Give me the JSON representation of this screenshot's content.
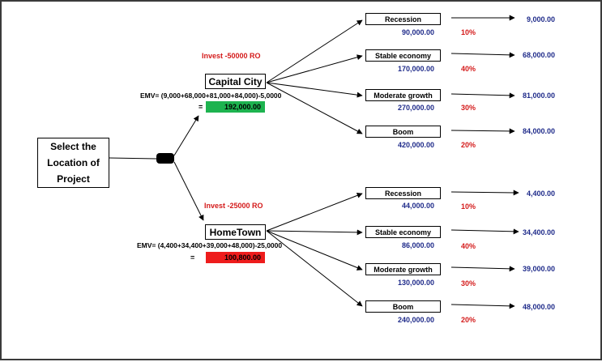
{
  "root": {
    "label": "Select the Location of Project"
  },
  "alternatives": [
    {
      "name": "Capital City",
      "invest": "Invest  -50000 RO",
      "emv_formula": "EMV= (9,000+68,000+81,000+84,000)-5,0000",
      "emv_equals": "=",
      "emv_value": "192,000.00",
      "emv_color": "#1db34f",
      "outcomes": [
        {
          "label": "Recession",
          "value": "90,000.00",
          "prob": "10%",
          "payoff": "9,000.00"
        },
        {
          "label": "Stable economy",
          "value": "170,000.00",
          "prob": "40%",
          "payoff": "68,000.00"
        },
        {
          "label": "Moderate growth",
          "value": "270,000.00",
          "prob": "30%",
          "payoff": "81,000.00"
        },
        {
          "label": "Boom",
          "value": "420,000.00",
          "prob": "20%",
          "payoff": "84,000.00"
        }
      ]
    },
    {
      "name": "HomeTown",
      "invest": "Invest  -25000 RO",
      "emv_formula": "EMV= (4,400+34,400+39,000+48,000)-25,0000",
      "emv_equals": "=",
      "emv_value": "100,800.00",
      "emv_color": "#ee1c1c",
      "outcomes": [
        {
          "label": "Recession",
          "value": "44,000.00",
          "prob": "10%",
          "payoff": "4,400.00"
        },
        {
          "label": "Stable economy",
          "value": "86,000.00",
          "prob": "40%",
          "payoff": "34,400.00"
        },
        {
          "label": "Moderate growth",
          "value": "130,000.00",
          "prob": "30%",
          "payoff": "39,000.00"
        },
        {
          "label": "Boom",
          "value": "240,000.00",
          "prob": "20%",
          "payoff": "48,000.00"
        }
      ]
    }
  ],
  "colors": {
    "value_text": "#1f2b8a",
    "probability_text": "#d41a1a",
    "invest_text": "#d41a1a"
  }
}
